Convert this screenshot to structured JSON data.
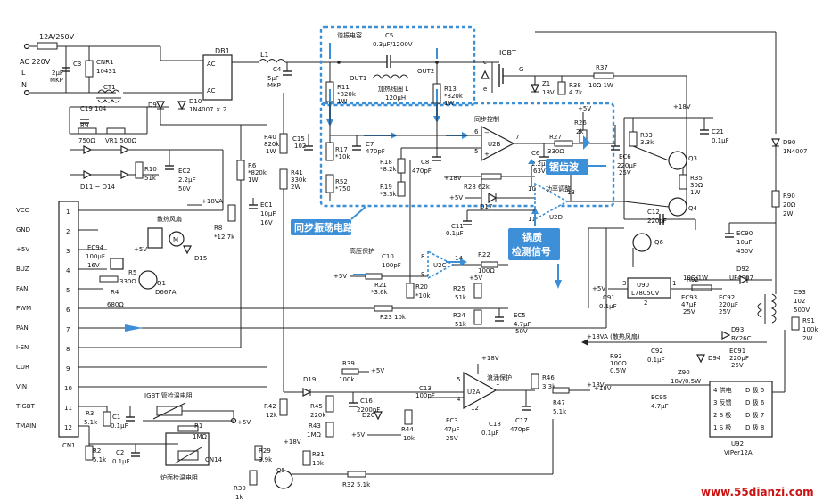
{
  "mains": {
    "fuse": "12A/250V",
    "input": "AC 220V",
    "L": "L",
    "N": "N"
  },
  "rectifier": {
    "name": "DB1",
    "ac1": "AC",
    "ac2": "AC"
  },
  "coil": {
    "name": "L1",
    "label": "加热线圈 L",
    "value": "120μH",
    "out1": "OUT1",
    "out2": "OUT2"
  },
  "resonant": {
    "label": "谐振电容",
    "c5": "C5",
    "c5v": "0.3μF/1200V"
  },
  "igbt": {
    "name": "IGBT",
    "c": "c",
    "g": "G",
    "e": "e"
  },
  "sync": {
    "label": "同步控制",
    "box_tag": "同步振荡电路"
  },
  "tags": {
    "sawtooth": "锯齿波",
    "pan_detect_1": "锅质",
    "pan_detect_2": "检测信号",
    "power_adj": "功率调整",
    "hv_protect": "高压保护",
    "surge_protect": "浪涌保护"
  },
  "opamps": {
    "u2a": "U2A",
    "u2b": "U2B",
    "u2c": "U2C",
    "u2d": "U2D"
  },
  "connector": {
    "name": "CN1",
    "pins": [
      {
        "n": "1",
        "label": "VCC"
      },
      {
        "n": "2",
        "label": "GND"
      },
      {
        "n": "3",
        "label": "+5V"
      },
      {
        "n": "4",
        "label": "BUZ"
      },
      {
        "n": "5",
        "label": "FAN"
      },
      {
        "n": "6",
        "label": "PWM"
      },
      {
        "n": "7",
        "label": "PAN"
      },
      {
        "n": "8",
        "label": "I-EN"
      },
      {
        "n": "9",
        "label": "CUR"
      },
      {
        "n": "10",
        "label": "VIN"
      },
      {
        "n": "11",
        "label": "TIGBT"
      },
      {
        "n": "12",
        "label": "TMAIN"
      }
    ]
  },
  "fan": {
    "label": "散热风扇",
    "m": "M",
    "d15": "D15",
    "q1": "Q1",
    "q1t": "D667A"
  },
  "thermistor": {
    "igbt": "IGBT 管检温电阻",
    "pan": "炉面检温电阻",
    "cn14": "CN14"
  },
  "viper": {
    "name": "U92",
    "model": "VIPer12A",
    "pins": [
      "4 供电",
      "3 反馈",
      "2 S 极",
      "1 S 极",
      "D 极 5",
      "D 极 6",
      "D 极 7",
      "D 极 8"
    ]
  },
  "reg": {
    "name": "U90",
    "model": "L7805CV",
    "p1": "1",
    "p2": "2",
    "p3": "3"
  },
  "rails": {
    "v18": "+18V",
    "v5": "+5V",
    "v18va": "+18VA",
    "v18va_fan": "+18VA (散热风扇)"
  },
  "parts": [
    {
      "id": "C3",
      "v": "2μF\nMKP"
    },
    {
      "id": "CNR1",
      "v": "10431"
    },
    {
      "id": "CT1",
      "v": ""
    },
    {
      "id": "C19",
      "v": "104"
    },
    {
      "id": "R9",
      "v": "750Ω"
    },
    {
      "id": "VR1",
      "v": "500Ω"
    },
    {
      "id": "D9",
      "v": ""
    },
    {
      "id": "D10",
      "v": "1N4007 × 2"
    },
    {
      "id": "C4",
      "v": "5μF\nMKP"
    },
    {
      "id": "R11",
      "v": "*820k\n1W"
    },
    {
      "id": "R17",
      "v": "*10k"
    },
    {
      "id": "R52",
      "v": "*750"
    },
    {
      "id": "C7",
      "v": "470pF"
    },
    {
      "id": "C15",
      "v": "102"
    },
    {
      "id": "R40",
      "v": "820k\n1W"
    },
    {
      "id": "R41",
      "v": "330k\n2W"
    },
    {
      "id": "R13",
      "v": "*820k\n1W"
    },
    {
      "id": "C8",
      "v": "470pF"
    },
    {
      "id": "R18",
      "v": "*8.2k"
    },
    {
      "id": "R19",
      "v": "*3.3k"
    },
    {
      "id": "R26",
      "v": "2k"
    },
    {
      "id": "R27",
      "v": "330Ω"
    },
    {
      "id": "C6",
      "v": "2.2μ\n63V"
    },
    {
      "id": "R28",
      "v": "62k"
    },
    {
      "id": "D17",
      "v": ""
    },
    {
      "id": "R38",
      "v": "4.7k"
    },
    {
      "id": "R37",
      "v": "10Ω 1W"
    },
    {
      "id": "Z1",
      "v": "18V"
    },
    {
      "id": "R33",
      "v": "3.3k"
    },
    {
      "id": "C21",
      "v": "0.1μF"
    },
    {
      "id": "EC6",
      "v": "220μF\n25V"
    },
    {
      "id": "Q3",
      "v": ""
    },
    {
      "id": "R35",
      "v": "30Ω\n1W"
    },
    {
      "id": "C12",
      "v": "220pF"
    },
    {
      "id": "Q4",
      "v": ""
    },
    {
      "id": "Q6",
      "v": ""
    },
    {
      "id": "D90",
      "v": "1N4007"
    },
    {
      "id": "R90",
      "v": "20Ω\n2W"
    },
    {
      "id": "EC90",
      "v": "10μF\n450V"
    },
    {
      "id": "C93",
      "v": "102\n500V"
    },
    {
      "id": "R91",
      "v": "100k\n2W"
    },
    {
      "id": "D92",
      "v": "UF4007"
    },
    {
      "id": "R92",
      "v": "10Ω/1W"
    },
    {
      "id": "EC93",
      "v": "47μF\n25V"
    },
    {
      "id": "EC92",
      "v": "220μF\n25V"
    },
    {
      "id": "C91",
      "v": "0.1μF"
    },
    {
      "id": "D93",
      "v": "BY26C"
    },
    {
      "id": "EC91",
      "v": "220μF\n25V"
    },
    {
      "id": "C92",
      "v": "0.1μF"
    },
    {
      "id": "D94",
      "v": ""
    },
    {
      "id": "R93",
      "v": "100Ω\n0.5W"
    },
    {
      "id": "Z90",
      "v": "18V/0.5W"
    },
    {
      "id": "EC95",
      "v": "4.7μF"
    },
    {
      "id": "C11",
      "v": "0.1μF"
    },
    {
      "id": "R6",
      "v": "*820k\n1W"
    },
    {
      "id": "EC1",
      "v": "10μF\n16V"
    },
    {
      "id": "R8",
      "v": "*12.7k"
    },
    {
      "id": "C10",
      "v": "100pF"
    },
    {
      "id": "R21",
      "v": "*3.6k"
    },
    {
      "id": "R20",
      "v": "*10k"
    },
    {
      "id": "R22",
      "v": "100Ω"
    },
    {
      "id": "R25",
      "v": "51k"
    },
    {
      "id": "R24",
      "v": "51k"
    },
    {
      "id": "EC5",
      "v": "4.7μF\n50V"
    },
    {
      "id": "R23",
      "v": "10k"
    },
    {
      "id": "EC94",
      "v": "100μF\n16V"
    },
    {
      "id": "R5",
      "v": "330Ω"
    },
    {
      "id": "R4",
      "v": "680Ω"
    },
    {
      "id": "R10",
      "v": "51k"
    },
    {
      "id": "EC2",
      "v": "2.2μF\n50V"
    },
    {
      "id": "D11~D14",
      "v": ""
    },
    {
      "id": "R39",
      "v": "100k"
    },
    {
      "id": "D19",
      "v": ""
    },
    {
      "id": "R45",
      "v": "220k"
    },
    {
      "id": "C16",
      "v": "2200pF"
    },
    {
      "id": "R43",
      "v": "1MΩ"
    },
    {
      "id": "R42",
      "v": "12k"
    },
    {
      "id": "D20",
      "v": ""
    },
    {
      "id": "R44",
      "v": "10k"
    },
    {
      "id": "EC3",
      "v": "47μF\n25V"
    },
    {
      "id": "C13",
      "v": "100pF"
    },
    {
      "id": "R46",
      "v": "3.3k"
    },
    {
      "id": "R47",
      "v": "5.1k"
    },
    {
      "id": "C17",
      "v": "470pF"
    },
    {
      "id": "C18",
      "v": "0.1μF"
    },
    {
      "id": "R29",
      "v": "3.9k"
    },
    {
      "id": "R30",
      "v": "1k"
    },
    {
      "id": "Q5",
      "v": ""
    },
    {
      "id": "R31",
      "v": "10k"
    },
    {
      "id": "R32",
      "v": "5.1k"
    },
    {
      "id": "R3",
      "v": "5.1k"
    },
    {
      "id": "C1",
      "v": "0.1μF"
    },
    {
      "id": "R2",
      "v": "5.1k"
    },
    {
      "id": "C2",
      "v": "0.1μF"
    },
    {
      "id": "R1",
      "v": "1MΩ"
    }
  ],
  "watermark": "www.55dianzi.com"
}
